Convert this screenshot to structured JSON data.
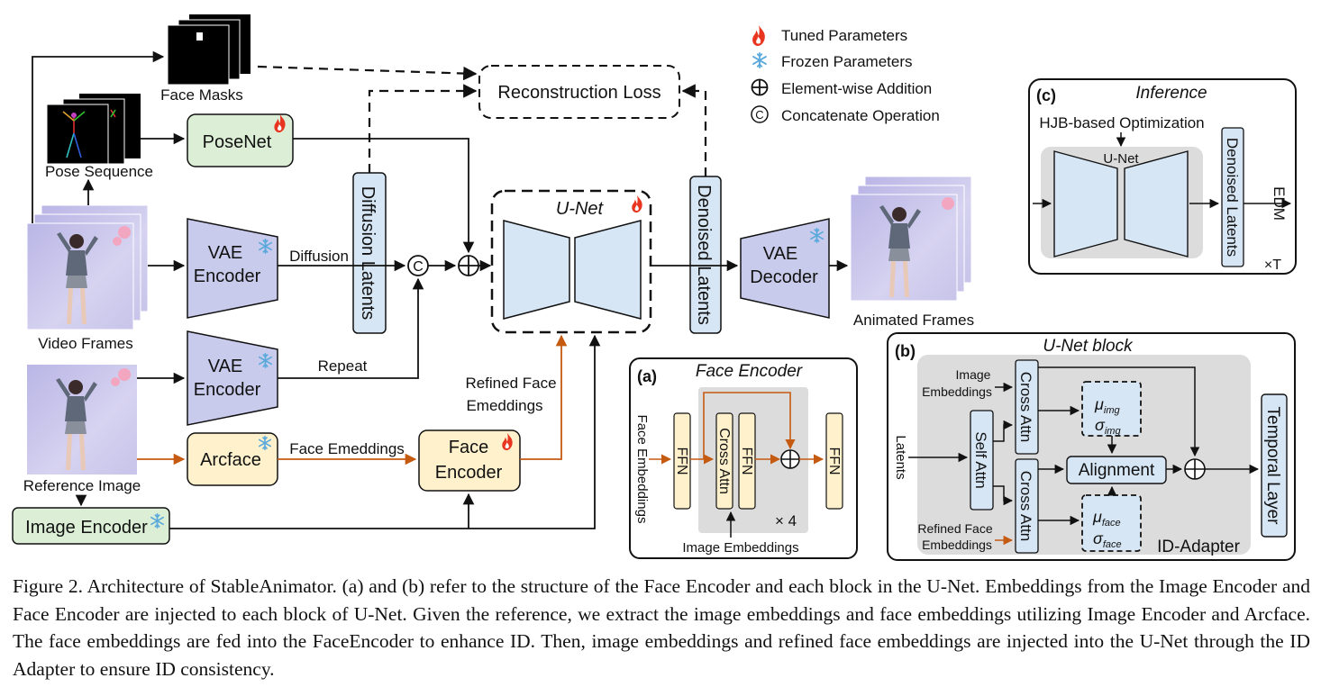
{
  "legend": {
    "tuned": "Tuned Parameters",
    "frozen": "Frozen Parameters",
    "add": "Element-wise Addition",
    "concat": "Concatenate Operation"
  },
  "main": {
    "face_masks": "Face Masks",
    "pose_sequence": "Pose Sequence",
    "posenet": "PoseNet",
    "video_frames": "Video Frames",
    "vae_label": "VAE",
    "encoder_label": "Encoder",
    "decoder_label": "Decoder",
    "diffusion": "Diffusion",
    "repeat": "Repeat",
    "diffusion_latents": "Diffusion Latents",
    "reconstruction_loss": "Reconstruction Loss",
    "unet": "U-Net",
    "denoised_latents": "Denoised Latents",
    "animated_frames": "Animated Frames",
    "reference_image": "Reference Image",
    "arcface": "Arcface",
    "face_emeddings": "Face Emeddings",
    "face_encoder_line1": "Face",
    "face_encoder_line2": "Encoder",
    "refined_line1": "Refined Face",
    "refined_line2": "Emeddings",
    "image_encoder": "Image Encoder",
    "concat_symbol": "C"
  },
  "panel_a": {
    "tag": "(a)",
    "title": "Face Encoder",
    "input_label": "Face Embeddings",
    "ffn": "FFN",
    "cross_attn": "Cross Attn",
    "repeat": "× 4",
    "image_embeddings": "Image Embeddings"
  },
  "panel_b": {
    "tag": "(b)",
    "title": "U-Net block",
    "image_emb_1": "Image",
    "image_emb_2": "Embeddings",
    "latents": "Latents",
    "refined_1": "Refined Face",
    "refined_2": "Embeddings",
    "cross_attn": "Cross Attn",
    "self_attn": "Self Attn",
    "alignment": "Alignment",
    "mu": "μ",
    "sigma": "σ",
    "img_sub": "img",
    "face_sub": "face",
    "id_adapter": "ID-Adapter",
    "temporal_layer": "Temporal Layer"
  },
  "panel_c": {
    "tag": "(c)",
    "title": "Inference",
    "hjb": "HJB-based Optimization",
    "unet": "U-Net",
    "denoised": "Denoised Latents",
    "edm": "EDM",
    "times_t": "×T"
  },
  "caption": "Figure 2. Architecture of StableAnimator. (a) and (b) refer to the structure of the Face Encoder and each block in the U-Net. Embeddings from the Image Encoder and Face Encoder are injected to each block of U-Net. Given the reference, we extract the image embeddings and face embeddings utilizing Image Encoder and Arcface. The face embeddings are fed into the FaceEncoder to enhance ID. Then, image embeddings and refined face embeddings are injected into the U-Net through the ID Adapter to ensure ID consistency.",
  "colors": {
    "blue_fill": "#d7e6f5",
    "lavender_fill": "#c9cbec",
    "green_fill": "#dcefd6",
    "yellow_fill": "#fff1cc",
    "gray_panel": "#dcdcdc",
    "orange_arrow": "#c55a11",
    "flame": "#e8351f",
    "snow": "#5aa9dc"
  }
}
